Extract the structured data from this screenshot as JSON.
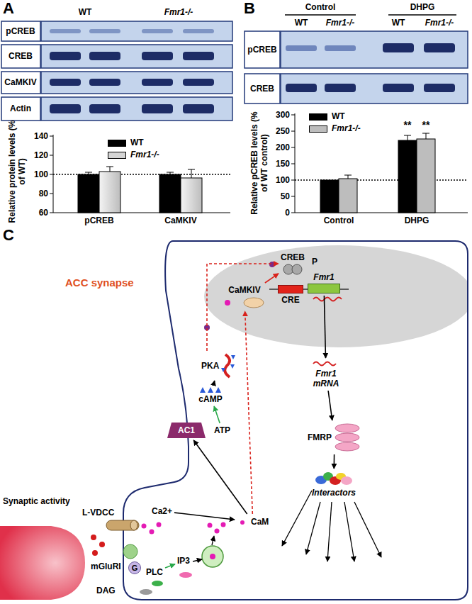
{
  "diagram": {
    "nodes": [
      {
        "text": [
          "CREB"
        ]
      },
      {
        "text": [
          "Fmr1"
        ]
      },
      {
        "text": [
          "CRE"
        ]
      },
      {
        "text": [
          "CaMKIV"
        ]
      },
      {
        "text": [
          "PKA"
        ]
      },
      {
        "text": [
          "Fmr1 mRNA"
        ]
      },
      {
        "text": [
          "cAMP"
        ]
      },
      {
        "text": [
          "AC1"
        ]
      },
      {
        "text": [
          "ATP"
        ]
      },
      {
        "text": [
          "FMRP"
        ]
      },
      {
        "text": [
          "Interactors"
        ]
      },
      {
        "text": [
          "L-VDCC"
        ]
      },
      {
        "text": [
          "Ca2+"
        ]
      },
      {
        "text": [
          "CaM"
        ]
      },
      {
        "text": [
          "IP3"
        ]
      },
      {
        "text": [
          "mGluRI"
        ]
      },
      {
        "text": [
          "G"
        ]
      },
      {
        "text": [
          "PLC"
        ]
      },
      {
        "text": [
          "DAG"
        ]
      }
    ],
    "edges": [
      {
        "from": 1,
        "to": 5,
        "arrow": "to"
      },
      {
        "from": 5,
        "to": 9,
        "arrow": "to"
      },
      {
        "from": 9,
        "to": 10,
        "arrow": "to"
      },
      {
        "from": 3,
        "to": 0,
        "arrow": "to"
      },
      {
        "from": 4,
        "to": 0,
        "arrow": "to"
      },
      {
        "from": 6,
        "to": 4,
        "arrow": "to"
      },
      {
        "from": 8,
        "to": 6,
        "arrow": "to"
      },
      {
        "from": 13,
        "to": 7,
        "arrow": "to"
      },
      {
        "from": 13,
        "to": 3,
        "arrow": "to"
      },
      {
        "from": 12,
        "to": 13,
        "arrow": "to"
      },
      {
        "from": 17,
        "to": 14,
        "arrow": "to"
      }
    ],
    "labels": [
      "A",
      "WT",
      "Fmr1-/-",
      "pCREB",
      "CREB",
      "CaMKIV",
      "Actin",
      "140",
      "120",
      "100",
      "80",
      "60",
      "Relative protein levels (% of WT)",
      "pCREB",
      "CaMKIV",
      "B",
      "Control",
      "DHPG",
      "WT",
      "Fmr1-/-",
      "WT",
      "Fmr1-/-",
      "pCREB",
      "CREB",
      "300",
      "250",
      "200",
      "150",
      "100",
      "50",
      "0",
      "Relative pCREB levels (% of WT control)",
      "**",
      "**",
      "Control",
      "DHPG",
      "C",
      "ACC synapse",
      "Synaptic activity",
      "P"
    ],
    "legend": [
      {
        "text": "WT",
        "color": "#000000"
      },
      {
        "text": "Fmr1-/-",
        "color": "#d4d4d4"
      },
      {
        "text": "WT",
        "color": "#000000"
      },
      {
        "text": "Fmr1-/-",
        "color": "#bdbdbd"
      }
    ]
  }
}
